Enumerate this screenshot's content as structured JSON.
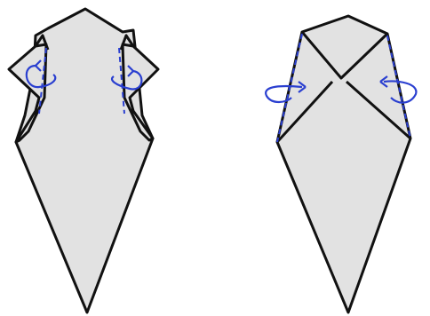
{
  "colors": {
    "paper_fill": "#e2e2e2",
    "outline": "#111111",
    "fold_line": "#2a3fd0",
    "arrow": "#2a3fd0",
    "background": "#ffffff"
  },
  "figures": [
    {
      "name": "figure-left",
      "fold_lines": [
        "valley-fold",
        "valley-fold"
      ],
      "arrow_icons": [
        "rotate-left-arrow-icon",
        "rotate-right-arrow-icon"
      ]
    },
    {
      "name": "figure-right",
      "fold_lines": [
        "valley-fold",
        "valley-fold"
      ],
      "arrow_icons": [
        "rotate-right-arrow-icon",
        "rotate-left-arrow-icon"
      ]
    }
  ]
}
